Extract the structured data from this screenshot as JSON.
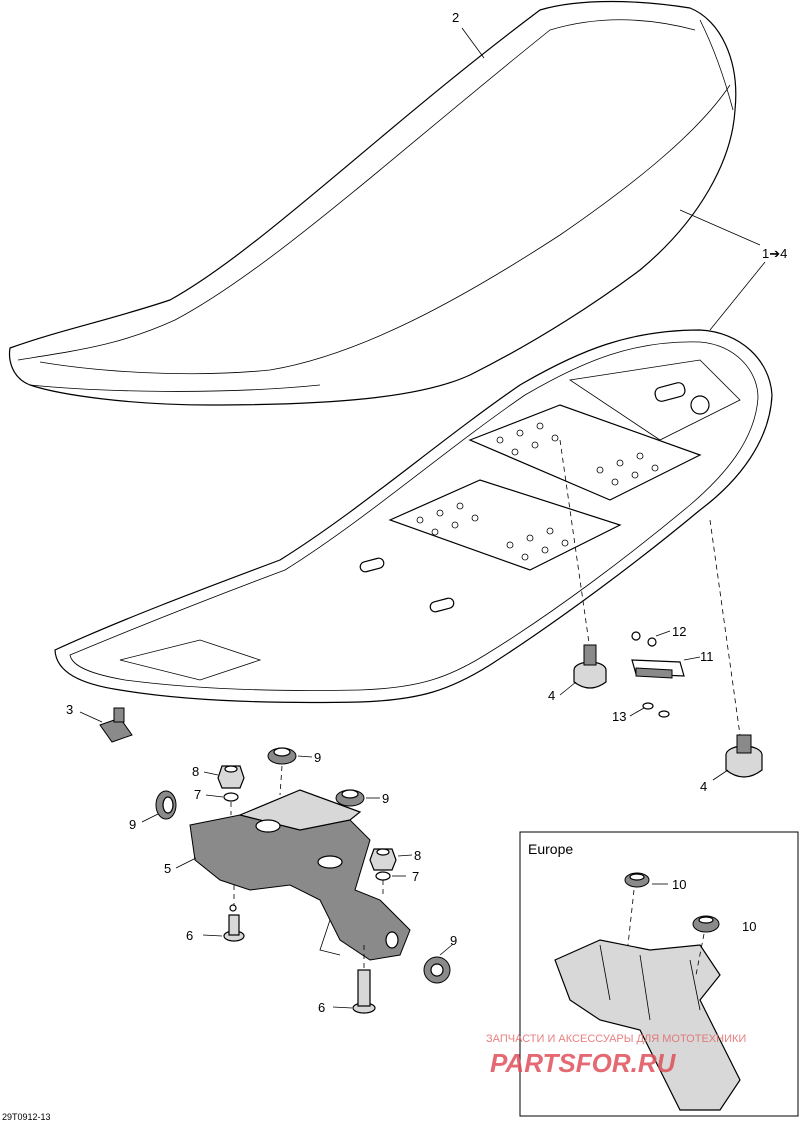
{
  "callouts": {
    "c2": "2",
    "c1to4": "1➔4",
    "c3": "3",
    "c4a": "4",
    "c4b": "4",
    "c5": "5",
    "c6a": "6",
    "c6b": "6",
    "c7a": "7",
    "c7b": "7",
    "c8a": "8",
    "c8b": "8",
    "c9a": "9",
    "c9b": "9",
    "c9c": "9",
    "c9d": "9",
    "c10a": "10",
    "c10b": "10",
    "c11": "11",
    "c12": "12",
    "c13": "13"
  },
  "inset": {
    "title": "Europe"
  },
  "drawing_code": "29T0912-13",
  "watermark": {
    "top": "ЗАПЧАСТИ И АКСЕССУАРЫ ДЛЯ МОТОТЕХНИКИ",
    "logo": "PARTSFOR.RU",
    "color": "#e0505a"
  }
}
